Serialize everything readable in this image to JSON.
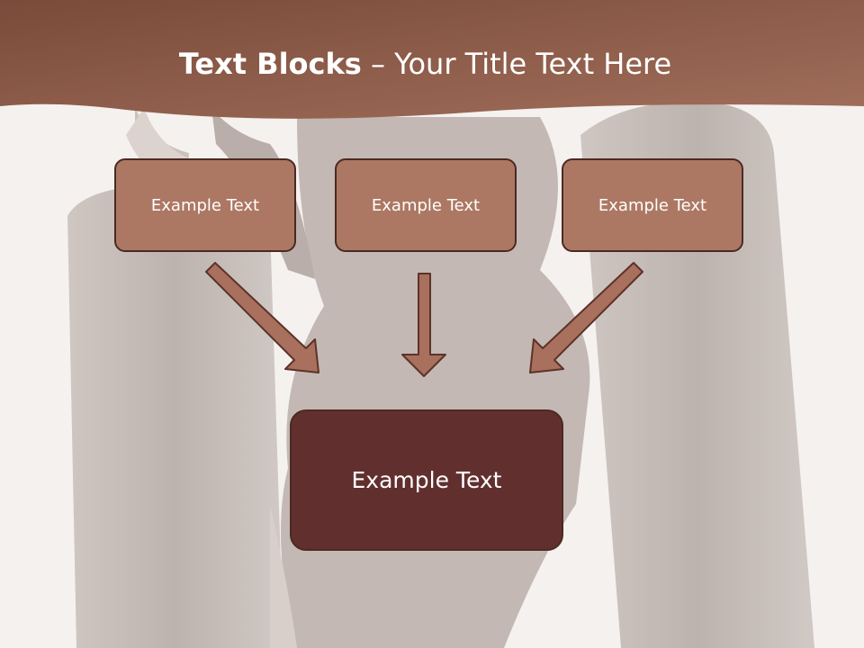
{
  "slide": {
    "title_bold": "Text Blocks",
    "title_rest": " – Your Title Text Here"
  },
  "blocks": {
    "top": [
      {
        "label": "Example Text"
      },
      {
        "label": "Example Text"
      },
      {
        "label": "Example Text"
      }
    ],
    "main": {
      "label": "Example Text"
    }
  },
  "colors": {
    "header": "#8b5744",
    "box_fill": "#ad7863",
    "main_fill": "#622f2f",
    "arrow_fill": "#a8705d",
    "outline": "#4a2a22"
  }
}
